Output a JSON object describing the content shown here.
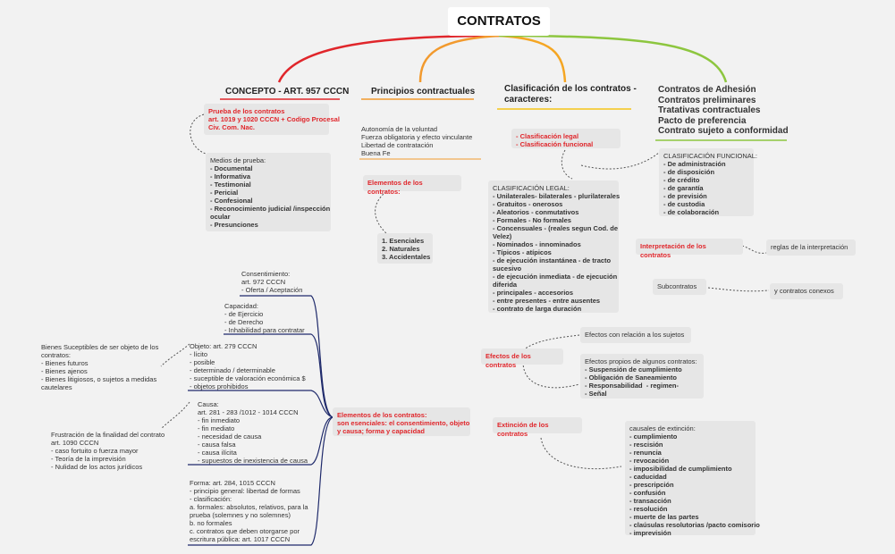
{
  "root": "CONTRATOS",
  "colors": {
    "red": "#e0262b",
    "orange": "#f29a2e",
    "green": "#8dc63f",
    "yellow": "#f5c518",
    "navy": "#1f2a6b",
    "box": "#e6e6e6"
  },
  "concepto": {
    "title": "CONCEPTO - ART. 957 CCCN",
    "prueba": [
      "Prueba de los contratos",
      "art. 1019 y 1020 CCCN + Codigo Procesal",
      "Civ. Com. Nac."
    ],
    "medios_title": "Medios de prueba:",
    "medios": [
      "- Documental",
      "- Informativa",
      "- Testimonial",
      "- Pericial",
      "- Confesional",
      "- Reconocimiento judicial /inspección",
      "ocular",
      "- Presunciones"
    ]
  },
  "principios": {
    "title": "Principios contractuales",
    "items": [
      "Autonomía de la voluntad",
      "Fuerza obligatoria y efecto vinculante",
      "Libertad de contratación",
      "Buena Fe"
    ],
    "elementos_title": "Elementos de los contratos:",
    "elementos": [
      "1. Esenciales",
      "2. Naturales",
      "3. Accidentales"
    ]
  },
  "clasificacion": {
    "title": [
      "Clasificación de los contratos -",
      "caracteres:"
    ],
    "tipos": [
      "- Clasificación legal",
      "- Clasificación funcional"
    ],
    "legal_title": "CLASIFICACIÓN LEGAL:",
    "legal": [
      "- Unilaterales- bilaterales - plurilaterales",
      "- Gratuitos - onerosos",
      "- Aleatorios - conmutativos",
      "- Formales - No formales",
      "- Concensuales - (reales segun Cod. de",
      "Velez)",
      "- Nominados - innominados",
      "- Típicos - atípicos",
      "- de ejecución instantánea - de tracto",
      "sucesivo",
      "- de ejecución inmediata - de ejecución",
      "diferida",
      "- principales - accesorios",
      "- entre presentes - entre ausentes",
      "- contrato de larga duración"
    ],
    "funcional_title": "CLASIFICACIÓN FUNCIONAL:",
    "funcional": [
      "- De administración",
      "- de disposición",
      "- de crédito",
      "- de garantía",
      "- de previsión",
      "- de custodia",
      "- de colaboración"
    ]
  },
  "adhesion": {
    "items": [
      "Contratos de Adhesión",
      "Contratos preliminares",
      "Tratativas contractuales",
      "Pacto de preferencia",
      "Contrato sujeto a conformidad"
    ]
  },
  "interpretacion": {
    "label": "Interpretación de los contratos",
    "child": "reglas de la interpretación"
  },
  "subcontratos": {
    "label": "Subcontratos",
    "child": "y contratos conexos"
  },
  "efectos": {
    "label": "Efectos de los contratos",
    "sujetos": "Efectos con relación a los sujetos",
    "propios_title": "Efectos propios de algunos contratos:",
    "propios": [
      "- Suspensión de cumplimiento",
      "- Obligación de Saneamiento",
      "- Responsabilidad  - regimen-",
      "- Señal"
    ]
  },
  "extincion": {
    "label": "Extinción de los contratos",
    "title": "causales de extinción:",
    "items": [
      "- cumplimiento",
      "- rescisión",
      "- renuncia",
      "- revocación",
      "- imposibilidad de cumplimiento",
      "- caducidad",
      "- prescripción",
      "- confusión",
      "- transacción",
      "- resolución",
      "- muerte de las partes",
      "- claúsulas resolutorias /pacto comisorio",
      "- imprevisión"
    ]
  },
  "esenciales": {
    "label": [
      "Elementos de los contratos:",
      "son esenciales: el consentimiento, objeto",
      "y causa; forma y capacidad"
    ],
    "consentimiento": [
      "Consentimiento:",
      "art. 972 CCCN",
      "- Oferta / Aceptación"
    ],
    "capacidad": [
      "Capacidad:",
      "- de Ejercicio",
      "- de Derecho",
      "- Inhabilidad para contratar"
    ],
    "objeto": [
      "Objeto: art. 279 CCCN",
      "- lícito",
      "- posible",
      "- determinado / determinable",
      "- suceptible de valoración económica $",
      "- objetos prohibidos"
    ],
    "bienes": [
      "Bienes Suceptibles de ser objeto de los",
      "contratos:",
      "- Bienes futuros",
      "- Bienes ajenos",
      "- Bienes litigiosos, o sujetos a medidas",
      "cautelares"
    ],
    "causa": [
      "Causa:",
      "art. 281 - 283 /1012 - 1014 CCCN",
      "- fin inmediato",
      "- fin mediato",
      "- necesidad de causa",
      "- causa falsa",
      "- causa ilícita",
      "- supuestos de inexistencia de causa"
    ],
    "frustracion": [
      "Frustración de la finalidad del contrato",
      "art. 1090 CCCN",
      "- caso fortuito o fuerza mayor",
      "- Teoría de la imprevisión",
      "- Nulidad de los actos jurídicos"
    ],
    "forma": [
      "Forma: art. 284, 1015 CCCN",
      "- principio general: libertad de formas",
      "- clasificación:",
      "a. formales: absolutos, relativos, para la",
      "prueba (solemnes y no solemnes)",
      "b. no formales",
      "c. contratos que deben otorgarse por",
      "escritura pública: art. 1017 CCCN"
    ]
  }
}
